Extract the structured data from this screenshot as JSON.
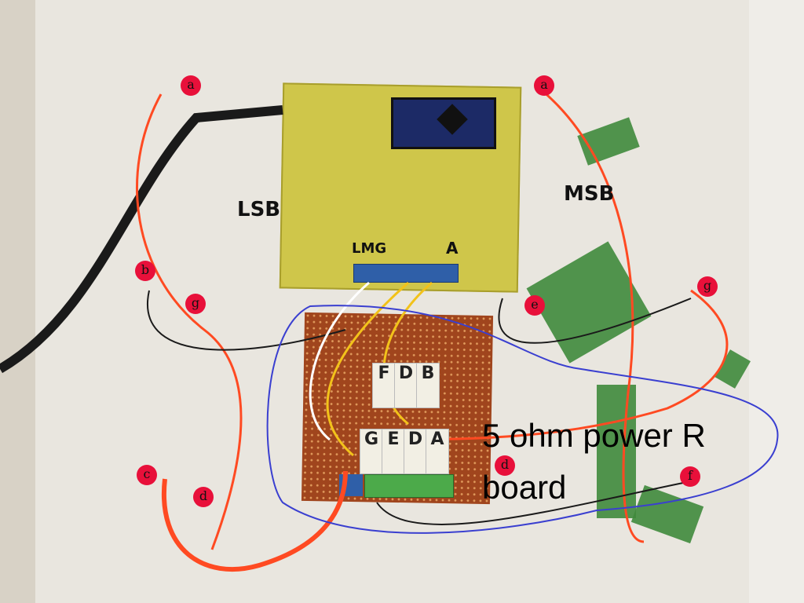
{
  "handwritten": {
    "lsb": "LSB",
    "msb": "MSB",
    "lmg": "LMG",
    "a_label": "A"
  },
  "annotation": {
    "line1": "5 ohm power R",
    "line2": "board"
  },
  "resistors": [
    "F",
    "D",
    "B",
    "G",
    "E",
    "D",
    "A"
  ],
  "markers": [
    "a",
    "a",
    "b",
    "g",
    "c",
    "d",
    "d",
    "e",
    "f",
    "g"
  ],
  "colors": {
    "annotation_outline": "#3a3fd0",
    "wire": "#ff4a22",
    "marker": "#e8103a",
    "tape": "#3f8a3c"
  }
}
